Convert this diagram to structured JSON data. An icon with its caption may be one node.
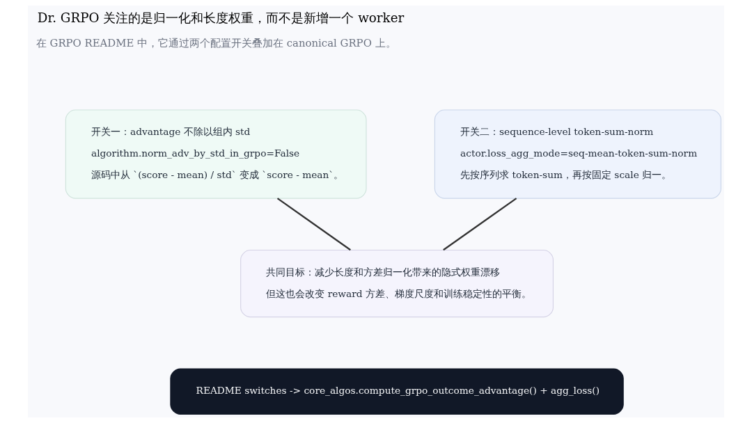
{
  "diagram": {
    "title": "Dr. GRPO 关注的是归一化和长度权重，而不是新增一个 worker",
    "nodes": [
      {
        "text": [
          "开关一：advantage 不除以组内 std",
          "algorithm.norm_adv_by_std_in_grpo=False",
          "源码中从 `(score - mean) / std` 变成 `score - mean`。"
        ]
      },
      {
        "text": [
          "开关二：sequence-level token-sum-norm",
          "actor.loss_agg_mode=seq-mean-token-sum-norm",
          "先按序列求 token-sum，再按固定 scale 归一。"
        ]
      },
      {
        "text": [
          "共同目标：减少长度和方差归一化带来的隐式权重漂移",
          "但这也会改变 reward 方差、梯度尺度和训练稳定性的平衡。"
        ]
      },
      {
        "text": [
          "README switches -> core_algos.compute_grpo_outcome_advantage() + agg_loss()"
        ]
      }
    ],
    "edges": [
      {
        "from": 0,
        "to": 2,
        "arrow": "none"
      },
      {
        "from": 1,
        "to": 2,
        "arrow": "none"
      }
    ],
    "labels": [
      "在 GRPO README 中，它通过两个配置开关叠加在 canonical GRPO 上。"
    ]
  }
}
